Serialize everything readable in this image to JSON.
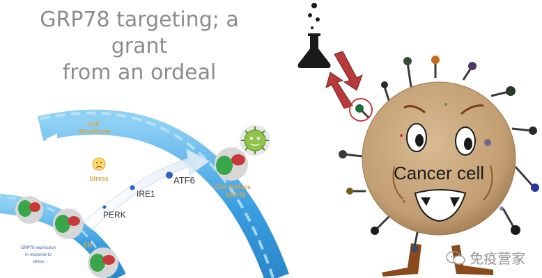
{
  "title": {
    "line1": "GRP78 targeting; a grant",
    "line2": "from an ordeal"
  },
  "labels": {
    "cell_membrane_1": "Cell",
    "cell_membrane_2": "Membrane",
    "stress": "Stress",
    "perk": "PERK",
    "ire1": "IRE1",
    "atf6": "ATF6",
    "cell_surface_1": "Cell Surface",
    "cell_surface_2": "GRP78",
    "er": "ER",
    "grp78_expression_1": "GRP78 expression",
    "grp78_expression_2": "in response to",
    "grp78_expression_3": "stress",
    "cancer_cell": "Cancer cell"
  },
  "watermark": "免疫营家",
  "colors": {
    "membrane": "#3a9ee0",
    "membrane_light": "#8fd0f5",
    "cell_body": "#c7a67c",
    "flask": "#1a1a1a",
    "arrow_red": "#b83a3a",
    "pathway_label": "#d9a64a",
    "virus": "#8fc34a"
  }
}
